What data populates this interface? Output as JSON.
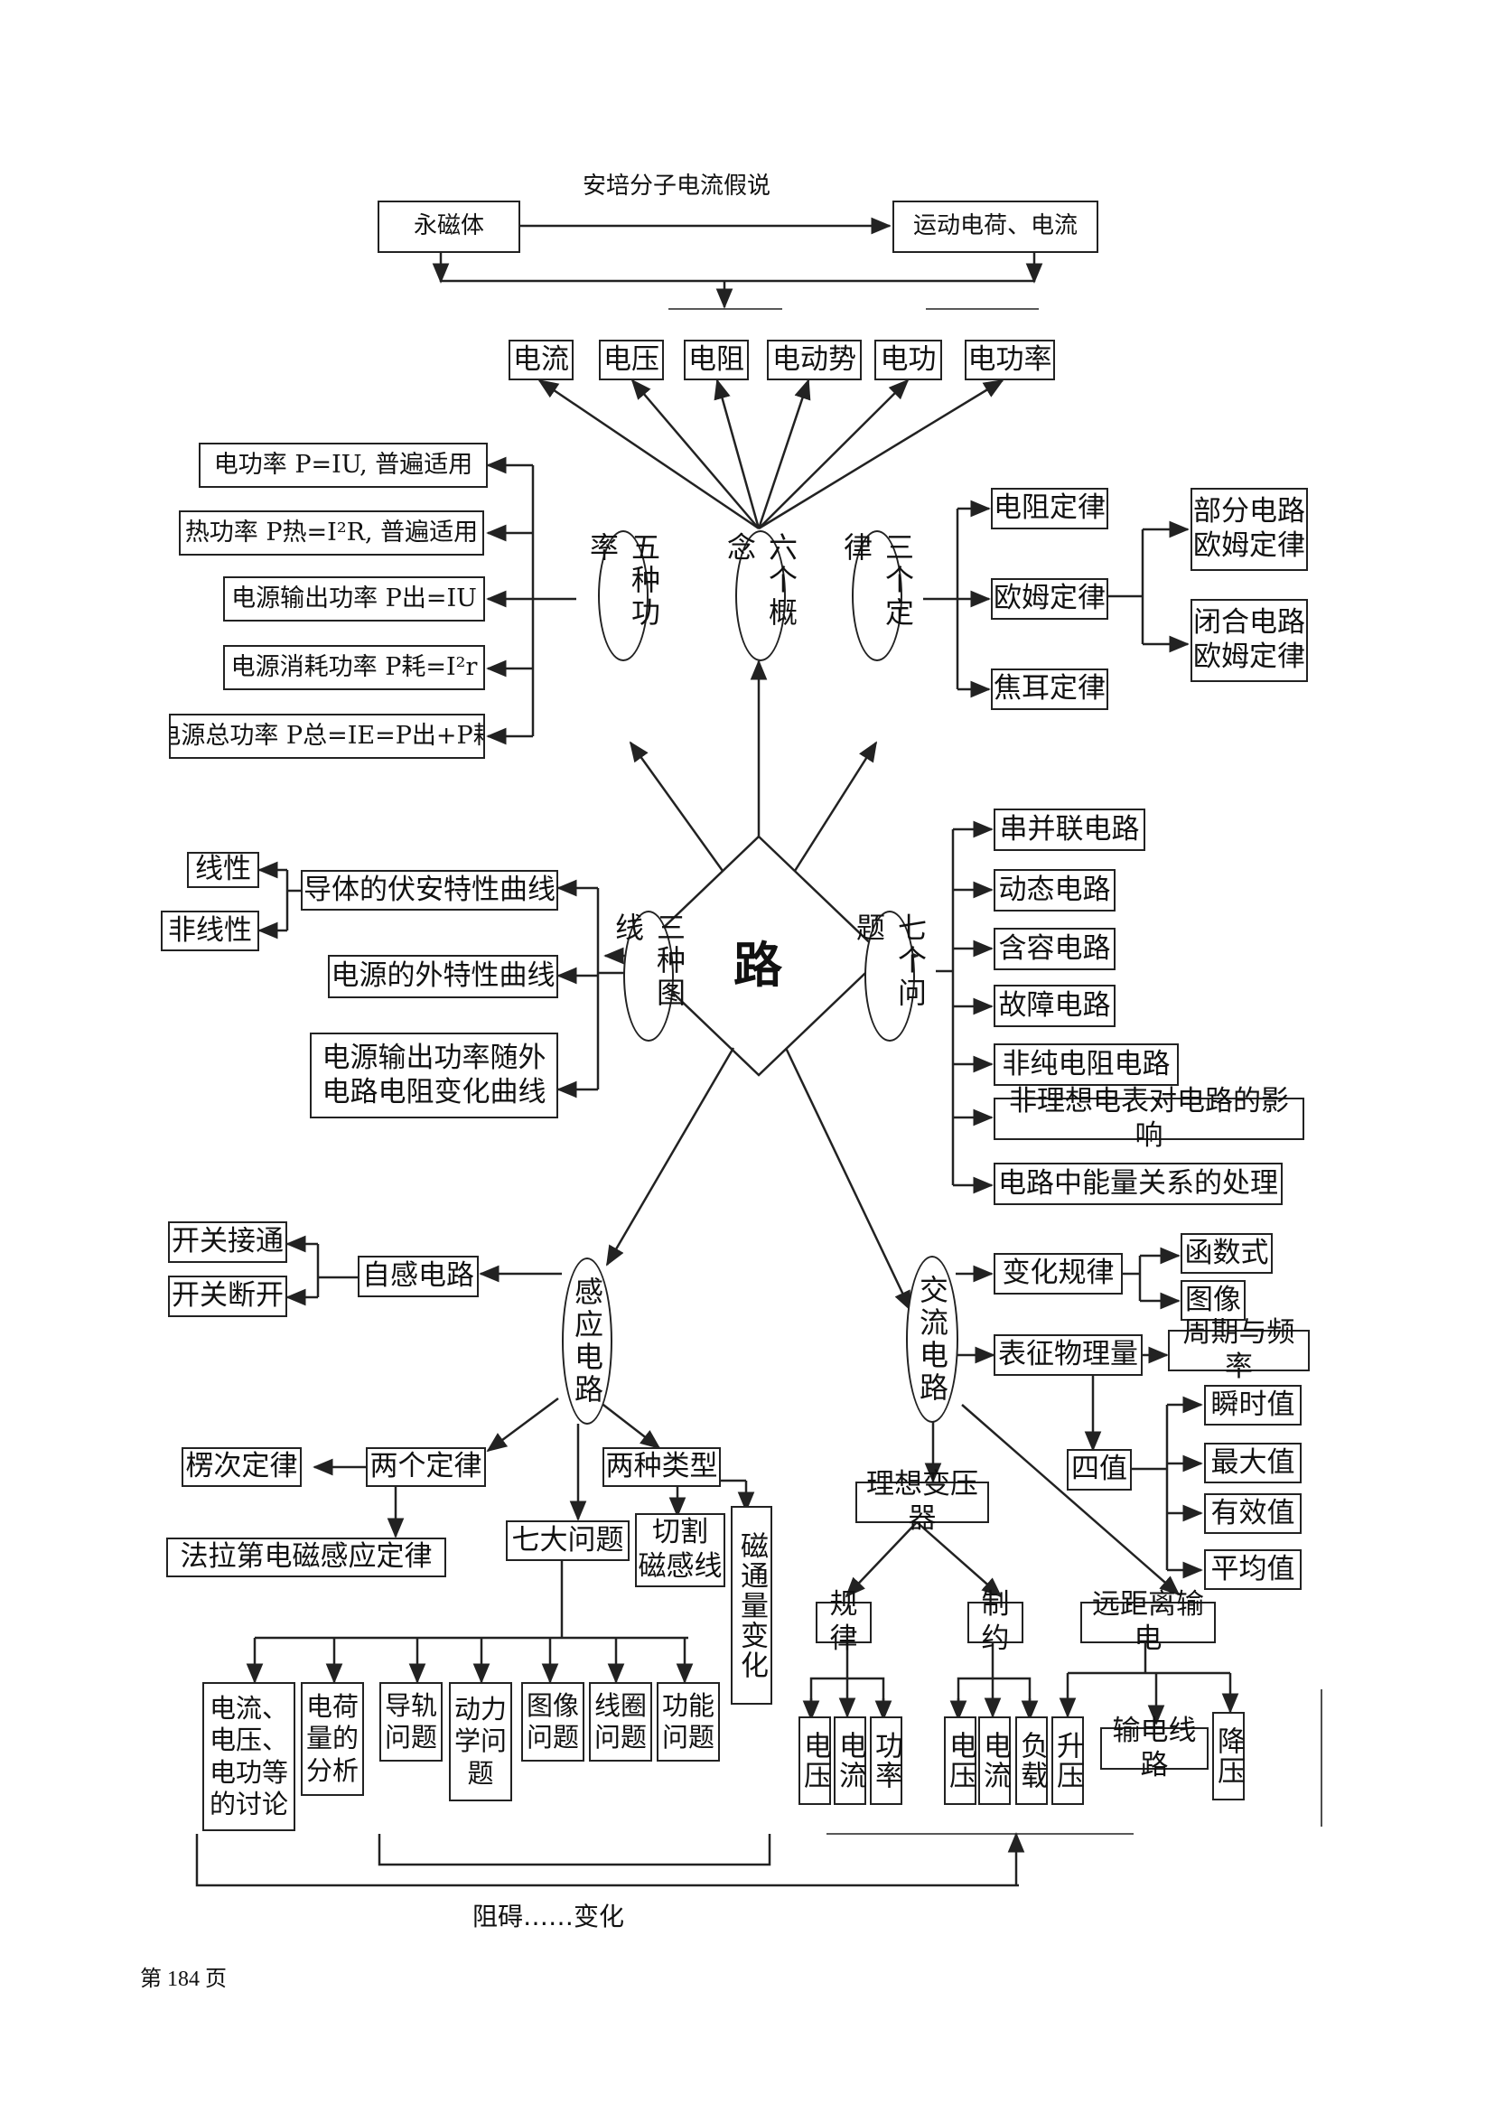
{
  "header": {
    "hypothesis": "安培分子电流假说",
    "left_box": "永磁体",
    "right_box": "运动电荷、电流"
  },
  "center": "路",
  "concepts": {
    "title": "六个概念",
    "items": [
      "电流",
      "电压",
      "电阻",
      "电动势",
      "电功",
      "电功率"
    ]
  },
  "powers": {
    "title": "五种功率",
    "items": [
      {
        "name": "电功率",
        "formula": [
          "P",
          "=",
          "IU",
          ", 普遍适用"
        ],
        "text": "电功率 P=IU, 普遍适用"
      },
      {
        "name": "热功率",
        "text": "热功率 P热=I²R, 普遍适用",
        "sub": "热"
      },
      {
        "name": "电源输出功率",
        "text": "电源输出功率 P出=IU",
        "sub": "出"
      },
      {
        "name": "电源消耗功率",
        "text": "电源消耗功率 P耗=I²r",
        "sub": "耗"
      },
      {
        "name": "电源总功率",
        "text": "电源总功率 P总=IE=P出+P耗",
        "sub": "总"
      }
    ]
  },
  "laws": {
    "title": "三个定律",
    "items": [
      "电阻定律",
      "欧姆定律",
      "焦耳定律"
    ],
    "ohm_children": [
      "部分电路\n欧姆定律",
      "闭合电路\n欧姆定律"
    ]
  },
  "graphs": {
    "title": "三种图线",
    "items": [
      "导体的伏安特性曲线",
      "电源的外特性曲线",
      "电源输出功率随外\n电路电阻变化曲线"
    ],
    "va_children": [
      "线性",
      "非线性"
    ]
  },
  "problems": {
    "title": "七个问题",
    "items": [
      "串并联电路",
      "动态电路",
      "含容电路",
      "故障电路",
      "非纯电阻电路",
      "非理想电表对电路的影响",
      "电路中能量关系的处理"
    ]
  },
  "induction": {
    "title": "感应电路",
    "self_induction": "自感电路",
    "self_children": [
      "开关接通",
      "开关断开"
    ],
    "two_laws": "两个定律",
    "two_laws_children": [
      "楞次定律",
      "法拉第电磁感应定律"
    ],
    "seven_issues": "七大问题",
    "seven_issues_children": [
      "电流、\n电压、\n电功等\n的讨论",
      "电荷\n量的\n分析",
      "导轨\n问题",
      "动力\n学问\n题",
      "图像\n问题",
      "线圈\n问题",
      "功能\n问题"
    ],
    "two_types": "两种类型",
    "two_types_children": [
      "切割\n磁感线",
      "磁通量变化"
    ]
  },
  "ac": {
    "title": "交流电路",
    "variation": "变化规律",
    "variation_children": [
      "函数式",
      "图像"
    ],
    "quantities": "表征物理量",
    "period": "周期与频率",
    "four_values": "四值",
    "four_values_children": [
      "瞬时值",
      "最大值",
      "有效值",
      "平均值"
    ],
    "transformer": "理想变压器",
    "rules": "规律",
    "rules_children": [
      "电压",
      "电流",
      "功率"
    ],
    "constraints": "制约",
    "constraints_children": [
      "电压",
      "电流",
      "负载"
    ],
    "transmission": "远距离输电",
    "transmission_children": [
      "升压",
      "输电线路",
      "降压"
    ]
  },
  "bottom_note": "阻碍……变化",
  "footer": "第 184 页"
}
